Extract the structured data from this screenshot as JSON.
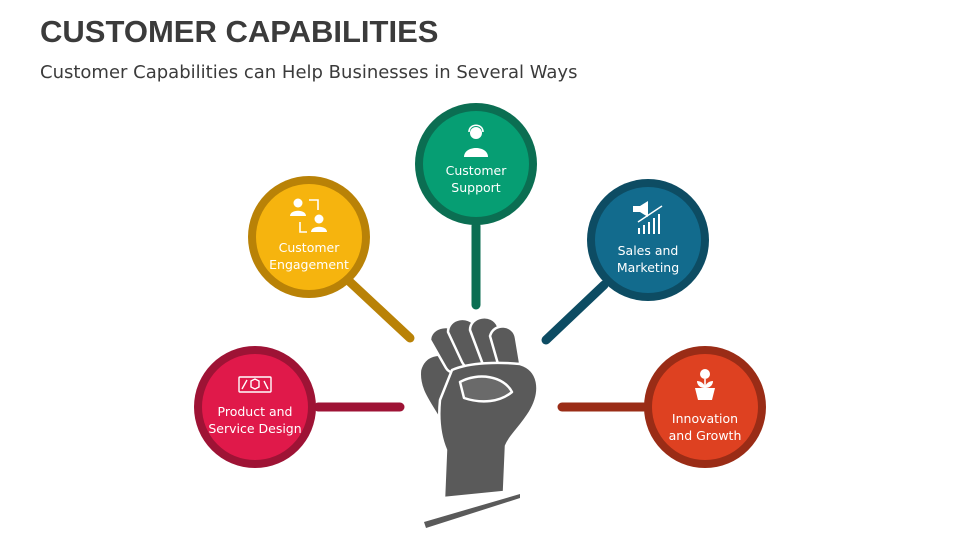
{
  "header": {
    "title": "CUSTOMER CAPABILITIES",
    "subtitle": "Customer Capabilities can Help Businesses in Several Ways"
  },
  "center": {
    "icon": "raised-fist-icon",
    "color": "#5a5a5a"
  },
  "nodes": [
    {
      "id": "product",
      "line1": "Product and",
      "line2": "Service Design",
      "icon": "product-design-icon",
      "fill": "#e0194a",
      "ring": "#9e1335"
    },
    {
      "id": "engagement",
      "line1": "Customer",
      "line2": "Engagement",
      "icon": "engagement-icon",
      "fill": "#f6b40e",
      "ring": "#b98207"
    },
    {
      "id": "support",
      "line1": "Customer",
      "line2": "Support",
      "icon": "headset-agent-icon",
      "fill": "#069e73",
      "ring": "#0b6e52"
    },
    {
      "id": "sales",
      "line1": "Sales and",
      "line2": "Marketing",
      "icon": "megaphone-chart-icon",
      "fill": "#126b8d",
      "ring": "#0d4c63"
    },
    {
      "id": "innovation",
      "line1": "Innovation",
      "line2": "and Growth",
      "icon": "plant-bulb-icon",
      "fill": "#de4121",
      "ring": "#9a2c16"
    }
  ]
}
